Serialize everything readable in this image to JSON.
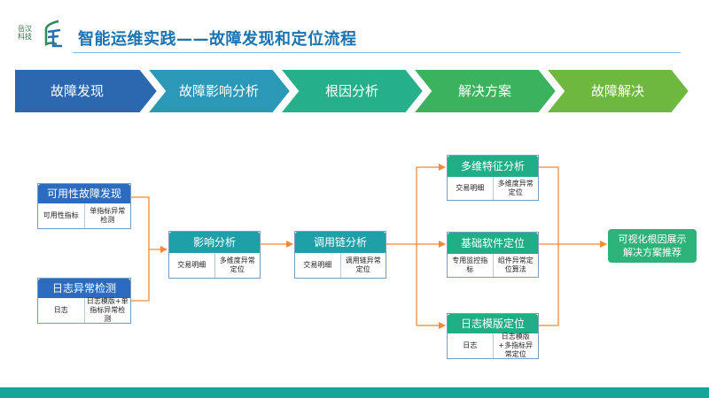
{
  "logo": {
    "text": "岳汉科技",
    "icon": "stylized-character-logo"
  },
  "title": "智能运维实践——故障发现和定位流程",
  "stages": [
    {
      "label": "故障发现",
      "color": "#2b68b0"
    },
    {
      "label": "故障影响分析",
      "color": "#2b98b8"
    },
    {
      "label": "根因分析",
      "color": "#25b08a"
    },
    {
      "label": "解决方案",
      "color": "#3bb35e"
    },
    {
      "label": "故障解决",
      "color": "#6eb840"
    }
  ],
  "colors": {
    "blue_head": "#2b6cc0",
    "teal_head": "#1fa0a8",
    "green_head": "#1fae86",
    "connector": "#f08a3a",
    "final_box": "#2db37a",
    "bottom_bar": "#15a59b"
  },
  "nodes": {
    "availability": {
      "title": "可用性故障发现",
      "cells": [
        "可用性指标",
        "单指标异常检测"
      ]
    },
    "log_anomaly": {
      "title": "日志异常检测",
      "cells": [
        "日志",
        "日志模版+单指标异常检测"
      ]
    },
    "impact": {
      "title": "影响分析",
      "cells": [
        "交易明细",
        "多维度异常定位"
      ]
    },
    "call_chain": {
      "title": "调用链分析",
      "cells": [
        "交易明细",
        "调用链异常定位"
      ]
    },
    "multi_dim": {
      "title": "多维特征分析",
      "cells": [
        "交易明细",
        "多维度异常定位"
      ]
    },
    "base_software": {
      "title": "基础软件定位",
      "cells": [
        "专用监控指标",
        "组件异常定位算法"
      ]
    },
    "log_template": {
      "title": "日志模版定位",
      "cells": [
        "日志",
        "日志模版+多指标异常定位"
      ]
    }
  },
  "final": {
    "line1": "可视化根因展示",
    "line2": "解决方案推荐"
  }
}
